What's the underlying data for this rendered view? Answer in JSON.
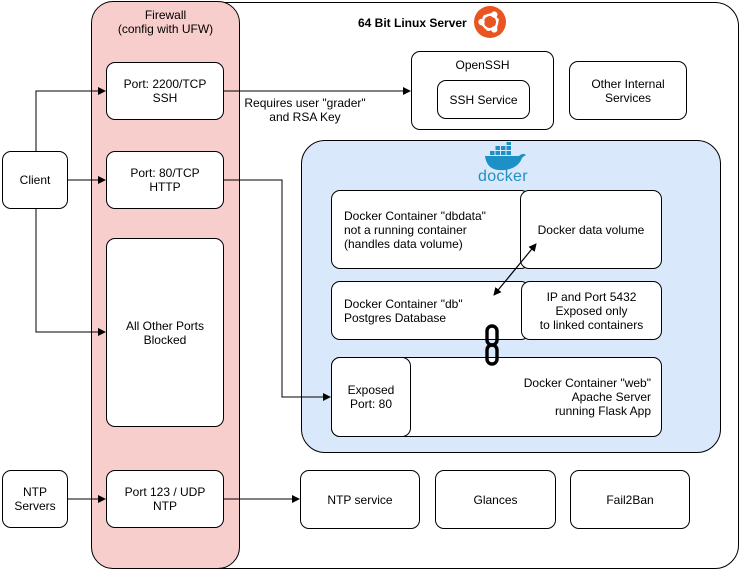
{
  "server": {
    "title": "64 Bit Linux Server",
    "logo_icon": "ubuntu-logo-icon",
    "logo_color": "#E95420"
  },
  "firewall": {
    "title": "Firewall\n(config with UFW)",
    "color": "#F8CECC",
    "ports": {
      "ssh": "Port: 2200/TCP\nSSH",
      "http": "Port: 80/TCP\nHTTP",
      "other": "All Other Ports\nBlocked",
      "ntp": "Port 123 / UDP\nNTP"
    }
  },
  "client": "Client",
  "ntp_servers": "NTP\nServers",
  "ssh_note": "Requires user \"grader\"\nand RSA Key",
  "openssh": {
    "title": "OpenSSH",
    "service": "SSH Service"
  },
  "other_internal": "Other Internal\nServices",
  "docker": {
    "logo_text": "docker",
    "logo_icon": "docker-whale-icon",
    "color": "#DAE8FC",
    "dbdata": "Docker Container \"dbdata\"\nnot a running container\n(handles data volume)",
    "data_volume": "Docker data volume",
    "db": "Docker Container \"db\"\nPostgres Database",
    "db_port": "IP and Port 5432\nExposed only\nto linked containers",
    "web": "Docker Container \"web\"\nApache Server\nrunning Flask App",
    "web_port": "Exposed\nPort: 80",
    "link_icon": "chain-link-icon",
    "volume_arrow_icon": "double-arrow-icon"
  },
  "bottom_services": {
    "ntp": "NTP service",
    "glances": "Glances",
    "fail2ban": "Fail2Ban"
  }
}
